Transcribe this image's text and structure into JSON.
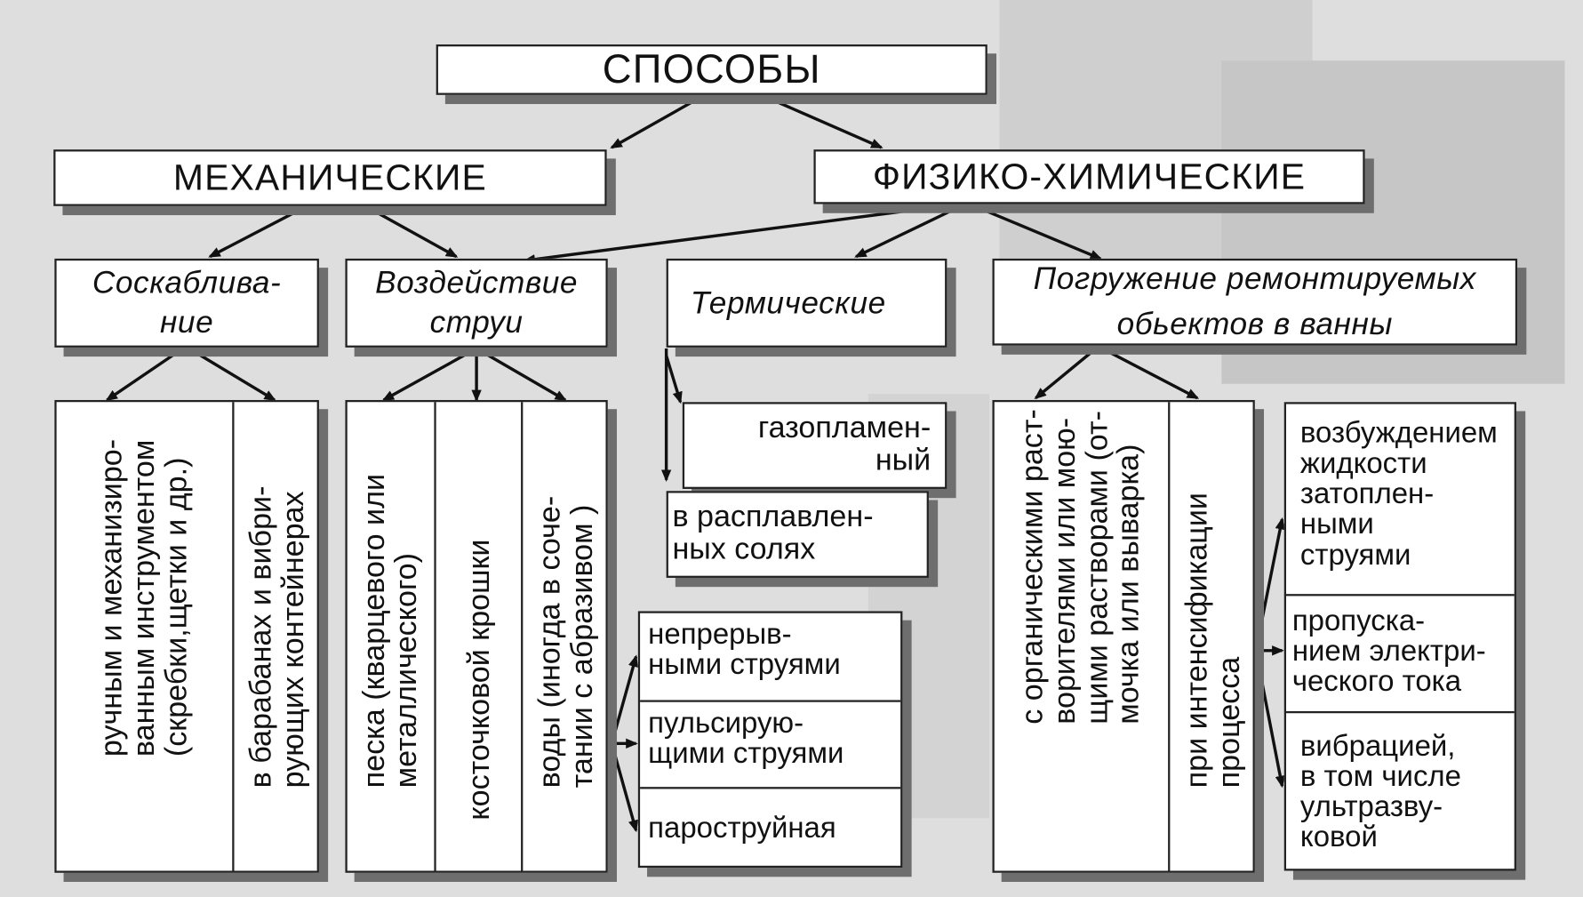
{
  "root": "СПОСОБЫ",
  "categories": {
    "mechanical": "МЕХАНИЧЕСКИЕ",
    "physchem": "ФИЗИКО-ХИМИЧЕСКИЕ"
  },
  "groups": {
    "scraping": "Соскаблива-\nние",
    "jet": "Воздействие\nструи",
    "thermal": "Термические",
    "immersion": "Погружение ремонтируемых\nобьектов в ванны"
  },
  "leaves": {
    "scraping": [
      "ручным и механизиро-\nванным инструментом\n(скребки,щетки и др.)",
      "в барабанах и вибри-\nрующих контейнерах"
    ],
    "jet": [
      "песка (кварцевого или\nметаллического)",
      "косточковой крошки",
      "воды (иногда в соче-\nтании с абразивом )"
    ],
    "water_jet_types": [
      "непрерыв-\nными струями",
      "пульсирую-\nщими струями",
      "пароструйная"
    ],
    "thermal": [
      "газопламен-\nный",
      "в расплавлен-\nных солях"
    ],
    "immersion": [
      "с органическими раст-\nворителями или мою-\nщими растворами (от-\nмочка или выварка)",
      "при интенсификации\nпроцесса"
    ],
    "intensification": [
      "возбуждением\nжидкости\nзатоплен-\nными\nструями",
      "пропуска-\nнием электри-\nческого тока",
      "вибрацией,\nв том числе\nультразву-\nковой"
    ]
  }
}
